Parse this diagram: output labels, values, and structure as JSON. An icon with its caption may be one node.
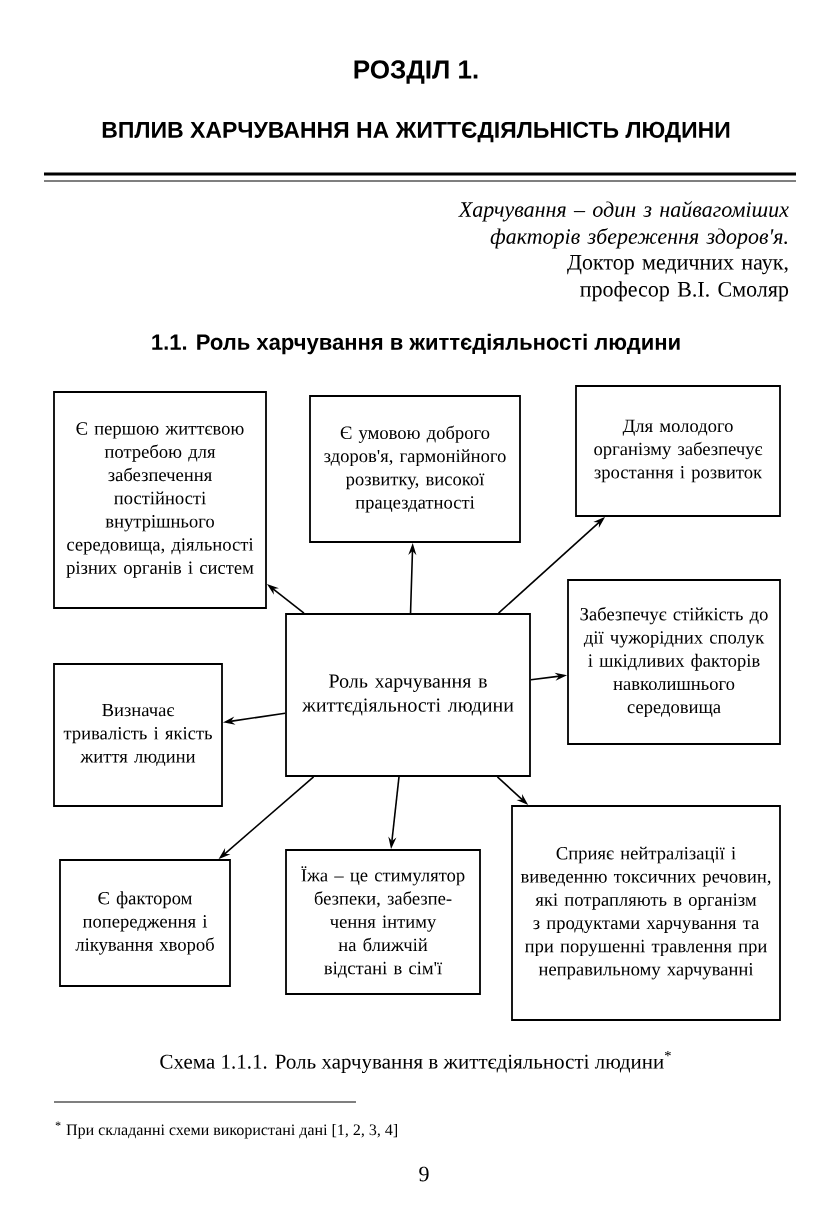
{
  "diagram": {
    "title": "РОЗДІЛ 1.",
    "nodes": [
      {
        "text": [
          "Роль харчування в життєдіяльності людини"
        ]
      },
      {
        "text": [
          "Є першою життєвою потребою для забезпечення постійності внутрішнього середовища, діяльності різних органів і систем"
        ]
      },
      {
        "text": [
          "Є умовою доброго здоров'я, гармонійного розвитку, високої працездатності"
        ]
      },
      {
        "text": [
          "Для молодого організму забезпечує зростання і розвиток"
        ]
      },
      {
        "text": [
          "Забезпечує стійкість до дії чужорідних сполук і шкідливих факторів навколишнього середовища"
        ]
      },
      {
        "text": [
          "Визначає тривалість і якість життя людини"
        ]
      },
      {
        "text": [
          "Є фактором попередження і лікування хвороб"
        ]
      },
      {
        "text": [
          "Їжа – це стимулятор безпеки, забезпе-чення інтиму на ближчій відстані в сім'ї"
        ]
      },
      {
        "text": [
          "Сприяє нейтралізації і виведенню токсичних речовин, які потрапляють в організм з продуктами харчування та при порушенні травлення при неправильному харчуванні"
        ]
      }
    ],
    "edges": [
      {
        "from": 0,
        "to": 1,
        "arrow": "to"
      },
      {
        "from": 0,
        "to": 2,
        "arrow": "to"
      },
      {
        "from": 0,
        "to": 3,
        "arrow": "to"
      },
      {
        "from": 0,
        "to": 4,
        "arrow": "to"
      },
      {
        "from": 0,
        "to": 5,
        "arrow": "to"
      },
      {
        "from": 0,
        "to": 6,
        "arrow": "to"
      },
      {
        "from": 0,
        "to": 7,
        "arrow": "to"
      },
      {
        "from": 0,
        "to": 8,
        "arrow": "to"
      }
    ],
    "labels": [
      "ВПЛИВ ХАРЧУВАННЯ НА ЖИТТЄДІЯЛЬНІСТЬ ЛЮДИНИ",
      "Харчування – один з найвагоміших факторів збереження здоров'я.",
      "Доктор медичних наук, професор В.І. Смоляр",
      "1.1. Роль харчування в життєдіяльності людини",
      "$^{*}$ При складанні схеми використані дані [1, 2, 3, 4]",
      "9"
    ],
    "caption": "Схема 1.1.1. Роль харчування в життєдіяльності людини$^{*}$"
  }
}
